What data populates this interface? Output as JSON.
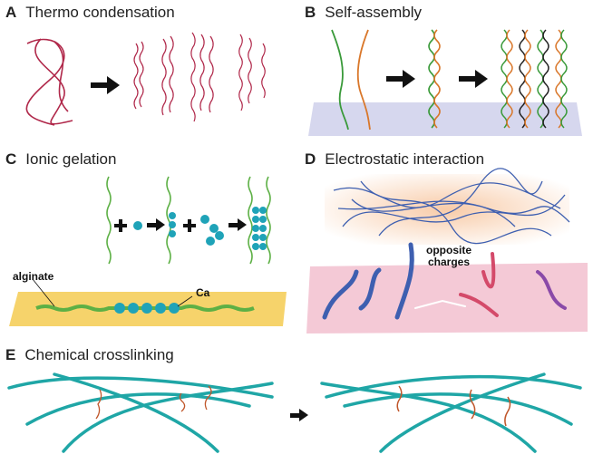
{
  "panels": [
    {
      "letter": "A",
      "title": "Thermo condensation"
    },
    {
      "letter": "B",
      "title": "Self-assembly"
    },
    {
      "letter": "C",
      "title": "Ionic gelation"
    },
    {
      "letter": "D",
      "title": "Electrostatic interaction"
    },
    {
      "letter": "E",
      "title": "Chemical crosslinking"
    }
  ],
  "labels": {
    "alginate": "alginate",
    "calcium": "Ca",
    "opposite_line1": "opposite",
    "opposite_line2": "charges"
  },
  "colors": {
    "collagen": "#b0284a",
    "dna_green": "#3a9a3a",
    "dna_orange": "#d9772a",
    "alginate": "#5db045",
    "calcium": "#1fa3b8",
    "slab_yellow": "#f6d36b",
    "slab_lavender": "#d6d7ee",
    "slab_pink": "#f4c9d6",
    "network_blue": "#3e5fb0",
    "chain_teal": "#1fa6a6",
    "crosslink": "#c0562a",
    "arrow": "#111111"
  },
  "icons": [
    "arrow-right-icon",
    "plus-icon"
  ]
}
